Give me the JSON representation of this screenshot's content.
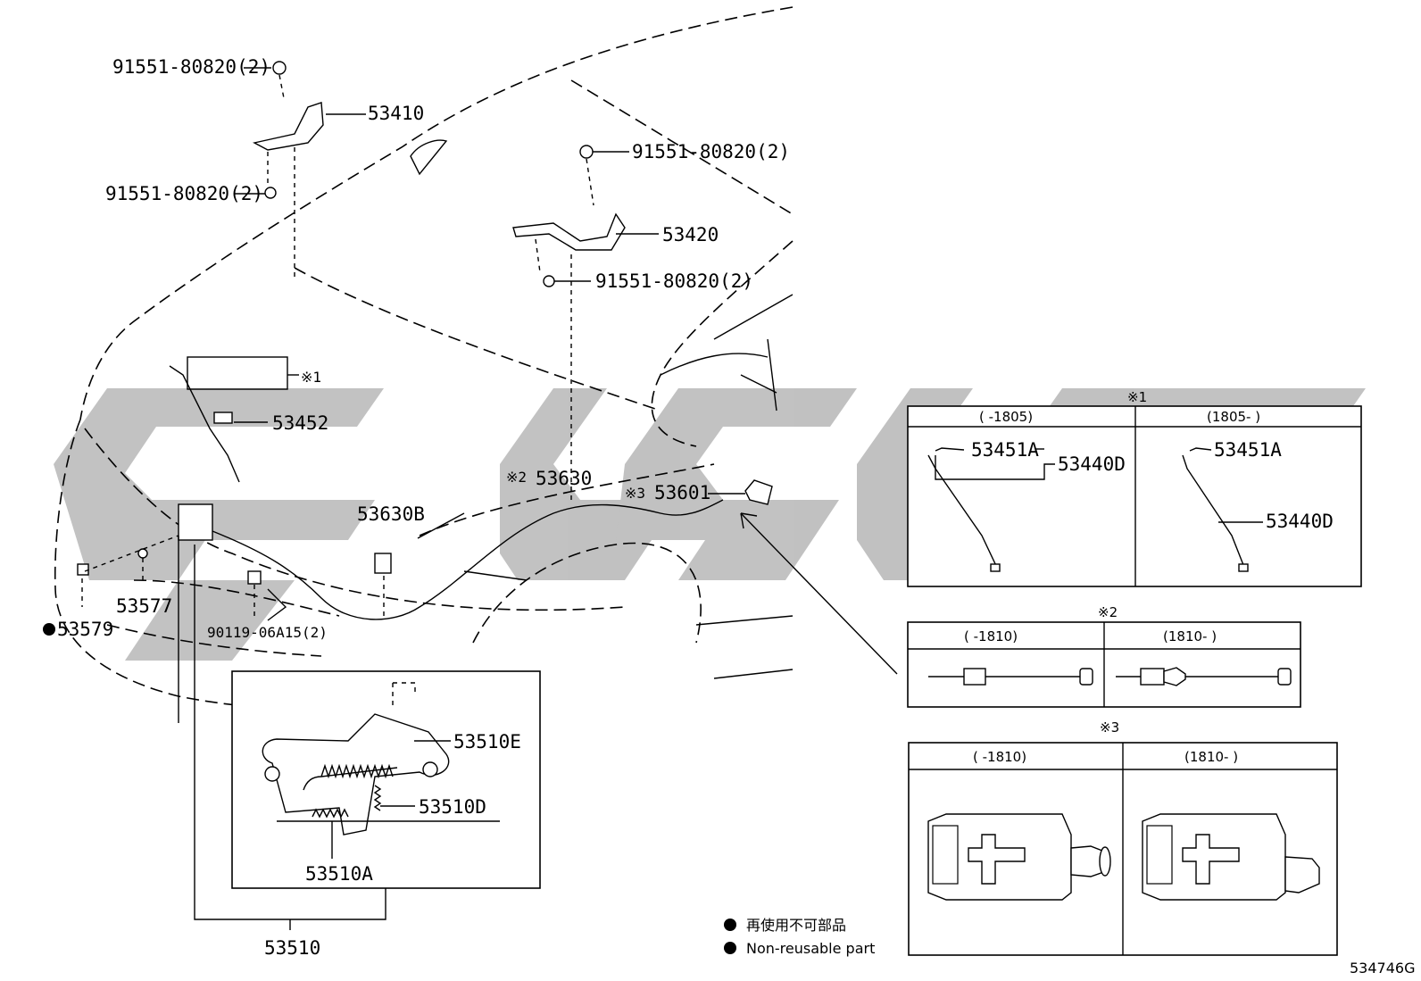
{
  "callouts": {
    "bolt_1": "91551-80820(2)",
    "bolt_2": "91551-80820(2)",
    "bolt_3": "91551-80820(2)",
    "bolt_4": "91551-80820(2)",
    "hinge_lh": "53410",
    "hinge_rh": "53420",
    "note_1_ref": "※1",
    "support_clip": "53452",
    "cable_ref": "※2",
    "cable": "53630",
    "clamp": "53630B",
    "lever_ref": "※3",
    "lever": "53601",
    "lock": "53510",
    "spring_e": "53510E",
    "spring_d": "53510D",
    "spring_a": "53510A",
    "cushion": "53577",
    "retainer": "53579",
    "lock_bolt": "90119-06A15(2)"
  },
  "detail_1": {
    "marker": "※1",
    "col_left": "(    -1805)",
    "col_right": "(1805-    )",
    "left_part_a": "53451A",
    "left_part_b": "53440D",
    "right_part_a": "53451A",
    "right_part_b": "53440D"
  },
  "detail_2": {
    "marker": "※2",
    "col_left": "(    -1810)",
    "col_right": "(1810-    )"
  },
  "detail_3": {
    "marker": "※3",
    "col_left": "(    -1810)",
    "col_right": "(1810-    )"
  },
  "legend": {
    "line_ja": "再使用不可部品",
    "line_en": "Non-reusable part"
  },
  "illustration_id": "534746G",
  "watermark": "GMGM"
}
